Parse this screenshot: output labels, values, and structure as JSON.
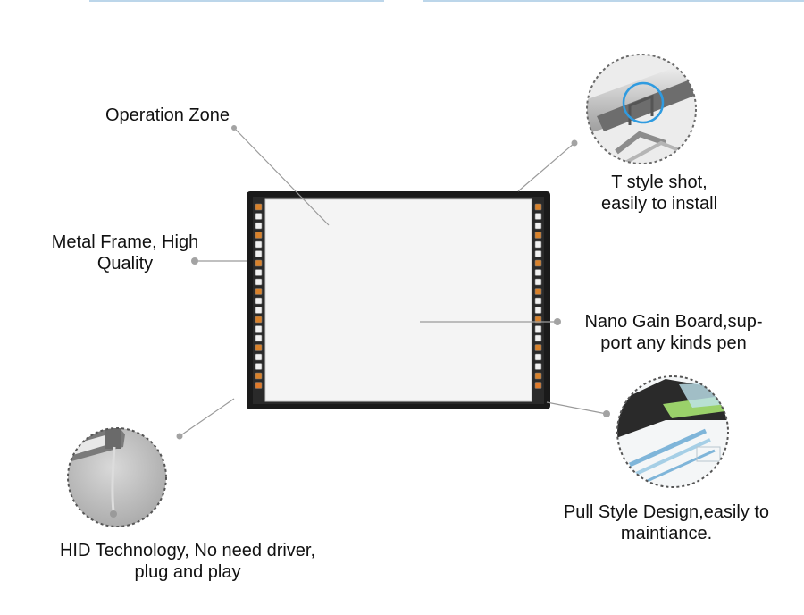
{
  "callouts": {
    "operation_zone": [
      "Operation Zone"
    ],
    "metal_frame": [
      "Metal Frame, High",
      "Quality"
    ],
    "t_style": [
      "T style shot,",
      "easily to install"
    ],
    "nano_gain": [
      "Nano Gain Board,sup-",
      "port any kinds pen"
    ],
    "pull_style": [
      "Pull Style Design,easily to",
      "maintiance."
    ],
    "hid": [
      "HID Technology, No need driver,",
      "plug and play"
    ]
  },
  "icons": {
    "left_strip": [
      "pen",
      "eraser",
      "pointer",
      "undo",
      "redo",
      "page",
      "save",
      "print",
      "zoom",
      "color",
      "shape",
      "text",
      "keyboard",
      "screen",
      "web",
      "mouse",
      "clear",
      "close",
      "menu",
      "home"
    ],
    "right_strip": [
      "pen",
      "eraser",
      "pointer",
      "undo",
      "redo",
      "page",
      "save",
      "print",
      "zoom",
      "color",
      "shape",
      "text",
      "keyboard",
      "screen",
      "web",
      "mouse",
      "clear",
      "close",
      "menu",
      "home"
    ]
  },
  "colors": {
    "frame": "#1a1a1a",
    "board_surface": "#f4f4f4",
    "leader_line": "#9a9a9a",
    "icon_accent": "#e07a2a"
  }
}
